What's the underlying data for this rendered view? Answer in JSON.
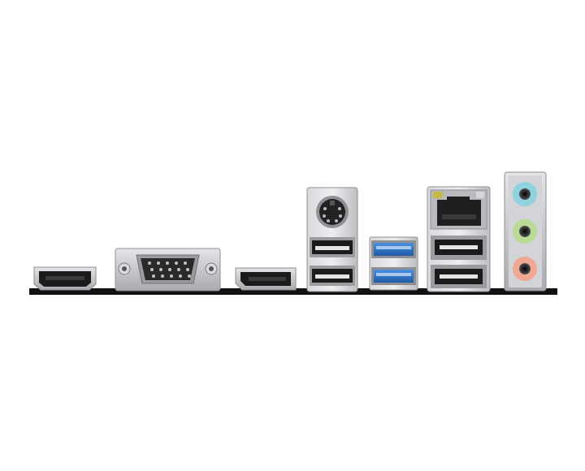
{
  "scene": {
    "background": "#ffffff",
    "board_color": "#111111",
    "metal_color": "#c9cbce",
    "port_black": "#1b1b1b",
    "usb3_blue": "#2e72c9",
    "audio_jacks": [
      {
        "name": "line-in",
        "color": "#8fd3e0"
      },
      {
        "name": "line-out",
        "color": "#b9db96"
      },
      {
        "name": "mic-in",
        "color": "#f0a895"
      }
    ],
    "ports": [
      "hdmi",
      "vga",
      "displayport",
      "ps2",
      "usb2-stack-left",
      "usb3-stack",
      "lan-usb2-stack",
      "audio-stack"
    ]
  }
}
